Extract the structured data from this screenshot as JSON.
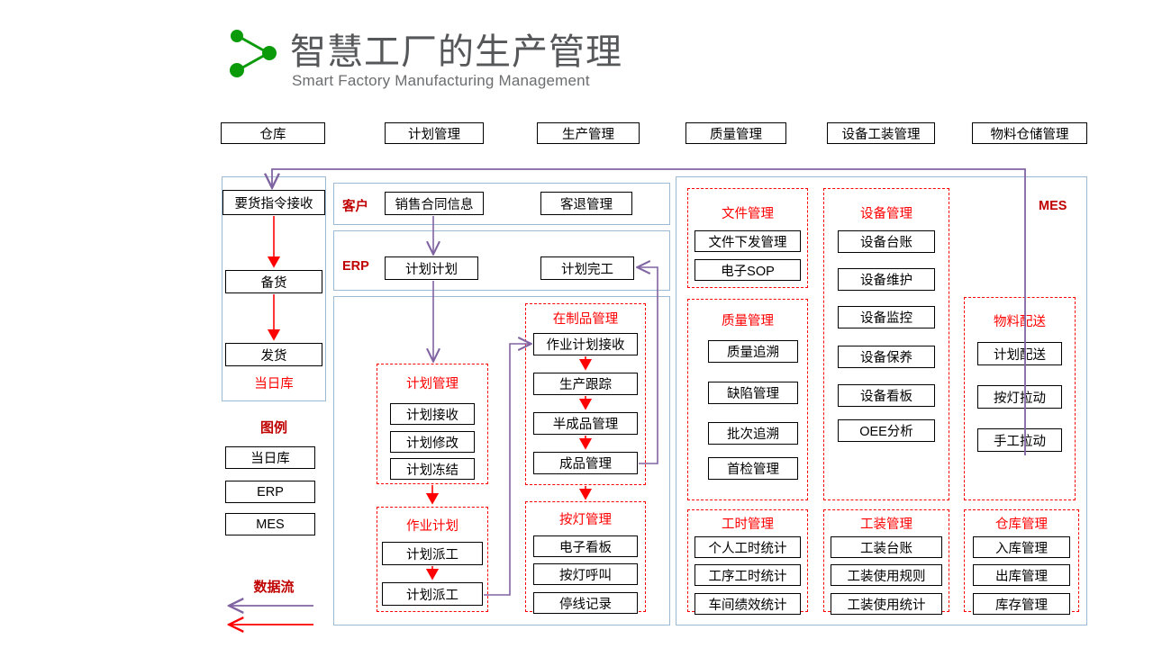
{
  "header": {
    "title_cn": "智慧工厂的生产管理",
    "title_en": "Smart Factory Manufacturing Management",
    "logo_name": "network-nodes-icon",
    "logo_color": "#0a9a0a",
    "title_color": "#555759"
  },
  "topnav": [
    {
      "label": "仓库"
    },
    {
      "label": "计划管理"
    },
    {
      "label": "生产管理"
    },
    {
      "label": "质量管理"
    },
    {
      "label": "设备工装管理"
    },
    {
      "label": "物料仓储管理"
    }
  ],
  "warehouse_panel": {
    "name": "当日库",
    "footer_label": "当日库",
    "steps": [
      {
        "label": "要货指令接收"
      },
      {
        "label": "备货"
      },
      {
        "label": "发货"
      }
    ]
  },
  "legend": {
    "title": "图例",
    "items": [
      {
        "label": "当日库"
      },
      {
        "label": "ERP"
      },
      {
        "label": "MES"
      }
    ],
    "flow_title": "数据流",
    "flows": [
      {
        "name": "purple-flow-arrow",
        "color": "#8064a2"
      },
      {
        "name": "red-flow-arrow",
        "color": "#ff0000"
      }
    ]
  },
  "customer_row": {
    "label": "客户",
    "boxes": [
      {
        "label": "销售合同信息"
      },
      {
        "label": "客退管理"
      }
    ]
  },
  "erp_row": {
    "label": "ERP",
    "boxes": [
      {
        "label": "计划计划"
      },
      {
        "label": "计划完工"
      }
    ]
  },
  "mes": {
    "label": "MES",
    "groups": {
      "plan_mgmt": {
        "title": "计划管理",
        "items": [
          {
            "label": "计划接收"
          },
          {
            "label": "计划修改"
          },
          {
            "label": "计划冻结"
          }
        ]
      },
      "work_plan": {
        "title": "作业计划",
        "items": [
          {
            "label": "计划派工"
          },
          {
            "label": "计划派工"
          }
        ]
      },
      "wip_mgmt": {
        "title": "在制品管理",
        "items": [
          {
            "label": "作业计划接收"
          },
          {
            "label": "生产跟踪"
          },
          {
            "label": "半成品管理"
          },
          {
            "label": "成品管理"
          }
        ]
      },
      "andon_mgmt": {
        "title": "按灯管理",
        "items": [
          {
            "label": "电子看板"
          },
          {
            "label": "按灯呼叫"
          },
          {
            "label": "停线记录"
          }
        ]
      },
      "doc_mgmt": {
        "title": "文件管理",
        "items": [
          {
            "label": "文件下发管理"
          },
          {
            "label": "电子SOP"
          }
        ]
      },
      "quality_mgmt": {
        "title": "质量管理",
        "items": [
          {
            "label": "质量追溯"
          },
          {
            "label": "缺陷管理"
          },
          {
            "label": "批次追溯"
          },
          {
            "label": "首检管理"
          }
        ]
      },
      "equipment_mgmt": {
        "title": "设备管理",
        "items": [
          {
            "label": "设备台账"
          },
          {
            "label": "设备维护"
          },
          {
            "label": "设备监控"
          },
          {
            "label": "设备保养"
          },
          {
            "label": "设备看板"
          },
          {
            "label": "OEE分析"
          }
        ]
      },
      "material_delivery": {
        "title": "物料配送",
        "items": [
          {
            "label": "计划配送"
          },
          {
            "label": "按灯拉动"
          },
          {
            "label": "手工拉动"
          }
        ]
      },
      "manhour_mgmt": {
        "title": "工时管理",
        "items": [
          {
            "label": "个人工时统计"
          },
          {
            "label": "工序工时统计"
          },
          {
            "label": "车间绩效统计"
          }
        ]
      },
      "tooling_mgmt": {
        "title": "工装管理",
        "items": [
          {
            "label": "工装台账"
          },
          {
            "label": "工装使用规则"
          },
          {
            "label": "工装使用统计"
          }
        ]
      },
      "storage_mgmt": {
        "title": "仓库管理",
        "items": [
          {
            "label": "入库管理"
          },
          {
            "label": "出库管理"
          },
          {
            "label": "库存管理"
          }
        ]
      }
    }
  },
  "colors": {
    "red": "#ff0000",
    "dark_red": "#c00000",
    "purple": "#8064a2",
    "blue_border": "#9dbad4",
    "green": "#0a9a0a",
    "gray_text": "#555759"
  }
}
